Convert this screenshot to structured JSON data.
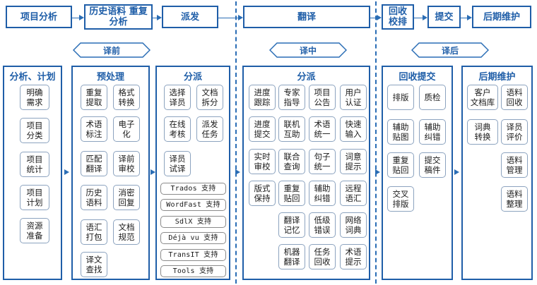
{
  "stages": [
    "项目分析",
    "历史语料\n重复分析",
    "派发",
    "翻译",
    "回收\n校排",
    "提交",
    "后期维护"
  ],
  "phases": [
    "译前",
    "译中",
    "译后"
  ],
  "panels": {
    "analysis": {
      "title": "分析、计划",
      "items": [
        "明确\n需求",
        "项目\n分类",
        "项目\n统计",
        "项目\n计划",
        "资源\n准备"
      ]
    },
    "preprocess": {
      "title": "预处理",
      "items": [
        "重复\n提取",
        "格式\n转换",
        "术语\n标注",
        "电子\n化",
        "匹配\n翻译",
        "译前\n审校",
        "历史\n语料",
        "消密\n回复",
        "语汇\n打包",
        "文档\n规范",
        "译文\n查找"
      ]
    },
    "dispatch1": {
      "title": "分派",
      "items": [
        "选择\n译员",
        "文档\n拆分",
        "在线\n考核",
        "派发\n任务",
        "译员\n试译"
      ],
      "tools": [
        "Trados 支持",
        "WordFast 支持",
        "SdlX 支持",
        "Déjà vu 支持",
        "TransIT 支持",
        "Tools 支持"
      ]
    },
    "dispatch2": {
      "title": "分派",
      "items": [
        "进度\n跟踪",
        "专家\n指导",
        "项目\n公告",
        "用户\n认证",
        "进度\n提交",
        "联机\n互助",
        "术语\n统一",
        "快速\n输入",
        "实时\n审校",
        "联合\n查询",
        "句子\n统一",
        "词意\n提示",
        "版式\n保持",
        "重复\n贴回",
        "辅助\n纠错",
        "远程\n语汇",
        "翻译\n记忆",
        "低级\n错误",
        "网络\n词典",
        "机器\n翻译",
        "任务\n回收",
        "术语\n提示"
      ]
    },
    "recycle": {
      "title": "回收提交",
      "items": [
        "排版",
        "质检",
        "辅助\n贴图",
        "辅助\n纠错",
        "重复\n贴回",
        "提交\n稿件",
        "交叉\n排版"
      ]
    },
    "maintain": {
      "title": "后期维护",
      "items": [
        "客户\n文档库",
        "语料\n回收",
        "词典\n转换",
        "译员\n评价",
        "语料\n管理",
        "语料\n整理"
      ]
    }
  }
}
